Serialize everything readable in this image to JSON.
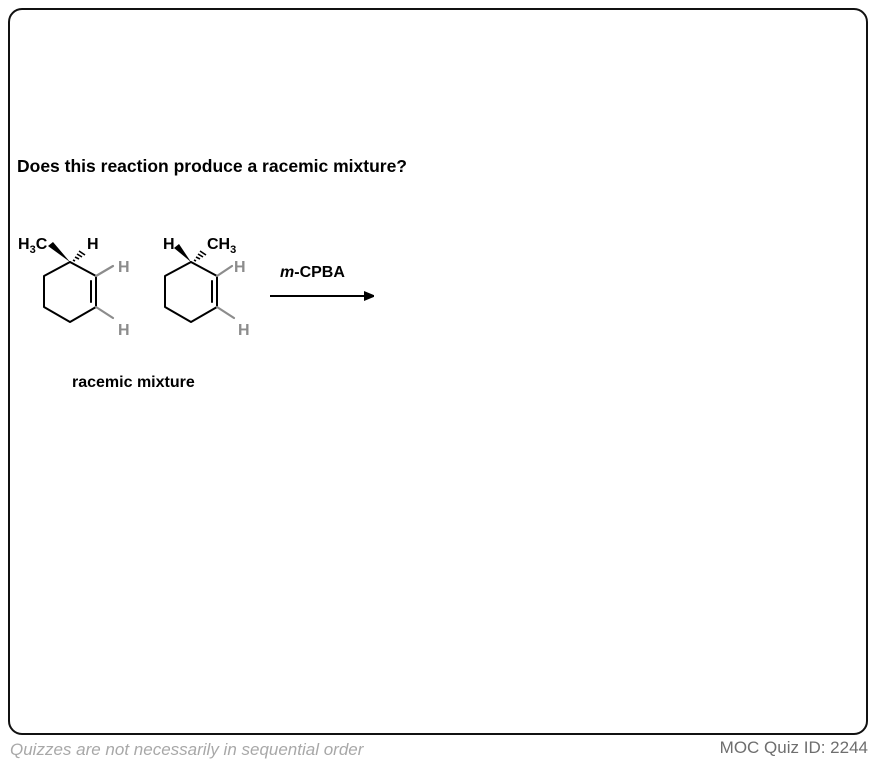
{
  "question": "Does this reaction produce a racemic mixture?",
  "scheme": {
    "molecule_1": {
      "methyl": {
        "main": "H",
        "sub": "3",
        "tail": "C"
      },
      "stereo_h": "H",
      "alkene_h_top": "H",
      "alkene_h_bottom": "H"
    },
    "molecule_2": {
      "stereo_h": "H",
      "methyl": {
        "main": "CH",
        "sub": "3"
      },
      "alkene_h_top": "H",
      "alkene_h_bottom": "H"
    },
    "reagent": {
      "prefix": "m",
      "rest": "-CPBA"
    },
    "caption": "racemic mixture"
  },
  "footer": {
    "note": "Quizzes are not necessarily in sequential order",
    "quiz_id": "MOC Quiz ID: 2244"
  },
  "colors": {
    "border": "#111111",
    "grey_label": "#8c8c8c",
    "footer_note": "#a8a8a8",
    "footer_id": "#6e6e6e"
  }
}
